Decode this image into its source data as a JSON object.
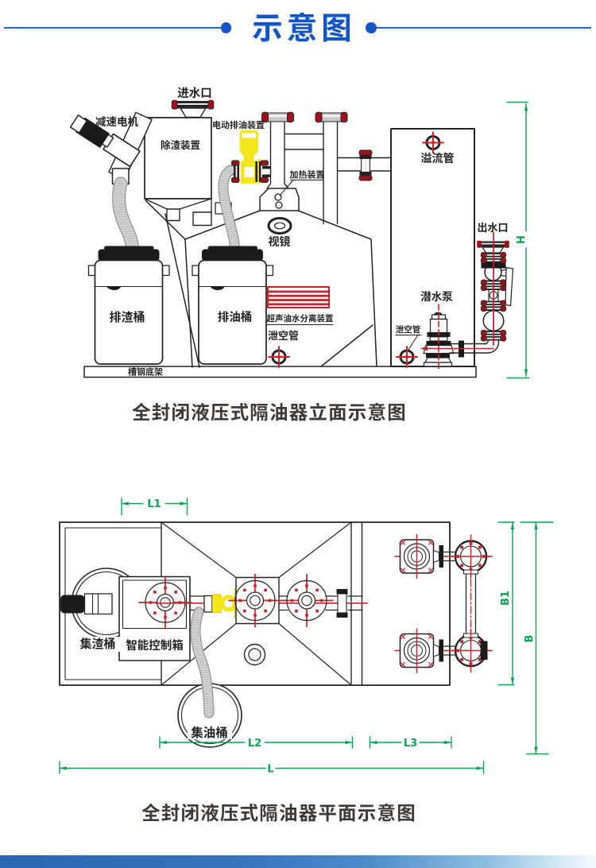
{
  "header": {
    "title": "示意图"
  },
  "colors": {
    "accent_blue": "#1155c6",
    "line_blue": "#2064cd",
    "dim_green": "#0ca352",
    "red": "#c5242b",
    "dark_red": "#8e191c",
    "yellow": "#f3e71c",
    "ink": "#262223",
    "caption": "#403a37",
    "footer_gradient_left": "#2a67b2",
    "footer_gradient_right": "#f4fafd"
  },
  "elevation": {
    "caption": "全封闭液压式隔油器立面示意图",
    "labels": {
      "gear_motor": "减速电机",
      "water_inlet": "进水口",
      "deslag_device": "除渣装置",
      "electric_oil_discharge": "电动排油装置",
      "heating_device": "加热装置",
      "overflow_pipe": "溢流管",
      "sight_glass": "视镜",
      "water_outlet": "出水口",
      "slag_bucket": "排渣桶",
      "oil_bucket": "排油桶",
      "ultrasonic_separator": "超声油水分离装置",
      "drain_pipe_1": "泄空管",
      "drain_pipe_2": "泄空管",
      "submersible_pump": "潜水泵",
      "steel_base": "槽钢底架"
    },
    "dims": {
      "h": "H"
    }
  },
  "plan": {
    "caption": "全封闭液压式隔油器平面示意图",
    "labels": {
      "slag_collect_bucket": "集渣桶",
      "smart_control_box": "智能控制箱",
      "oil_collect_bucket": "集油桶"
    },
    "dims": {
      "l1": "L1",
      "l2": "L2",
      "l3": "L3",
      "l": "L",
      "b1": "B1",
      "b": "B"
    }
  }
}
